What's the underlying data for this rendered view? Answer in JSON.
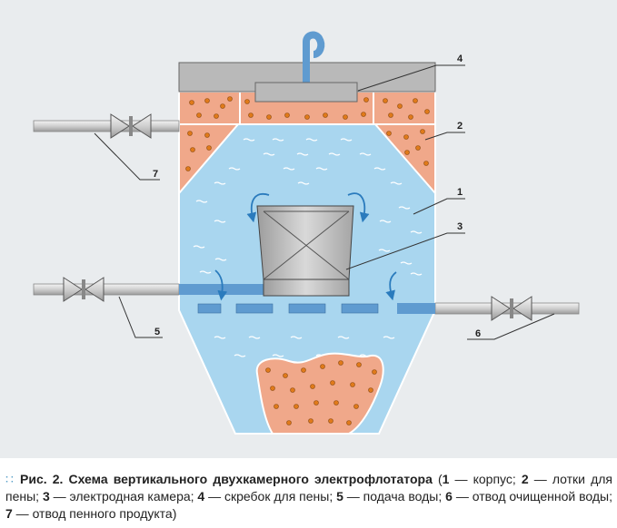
{
  "labels": {
    "l1": "1",
    "l2": "2",
    "l3": "3",
    "l4": "4",
    "l5": "5",
    "l6": "6",
    "l7": "7"
  },
  "caption": {
    "prefix": "Рис. 2.",
    "title": "Схема вертикального двухкамерного электрофлотатора",
    "items": [
      {
        "num": "1",
        "text": "корпус"
      },
      {
        "num": "2",
        "text": "лотки для пены"
      },
      {
        "num": "3",
        "text": "электродная камера"
      },
      {
        "num": "4",
        "text": "скребок для пены"
      },
      {
        "num": "5",
        "text": "подача воды"
      },
      {
        "num": "6",
        "text": "отвод очищенной воды"
      },
      {
        "num": "7",
        "text": "отвод пенного продукта"
      }
    ],
    "dash": " — ",
    "sep": "; "
  },
  "colors": {
    "water": "#a9d6ef",
    "foam": "#f0a88a",
    "dot": "#e07a1a",
    "metal": "#b9b9b9",
    "pipe_blue": "#5f9bd0",
    "arrow": "#2a7bbd"
  }
}
